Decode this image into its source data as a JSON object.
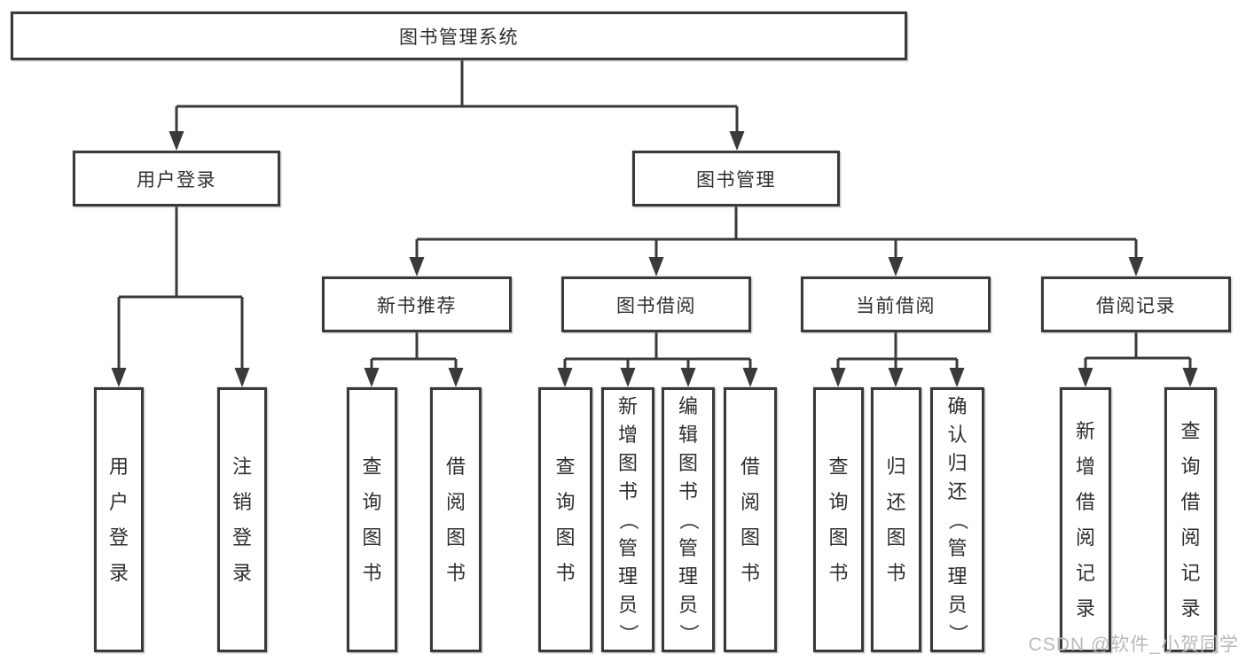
{
  "diagram": {
    "root": {
      "label": "图书管理系统"
    },
    "level2": [
      {
        "id": "user-login",
        "label": "用户登录"
      },
      {
        "id": "book-management",
        "label": "图书管理"
      }
    ],
    "level3": [
      {
        "id": "new-book-recommendation",
        "label": "新书推荐"
      },
      {
        "id": "book-borrowing",
        "label": "图书借阅"
      },
      {
        "id": "current-borrowing",
        "label": "当前借阅"
      },
      {
        "id": "borrowing-records",
        "label": "借阅记录"
      }
    ],
    "leaves": [
      {
        "id": "user-login",
        "label": "用户登录"
      },
      {
        "id": "logout",
        "label": "注销登录"
      },
      {
        "id": "query-books-1",
        "label": "查询图书"
      },
      {
        "id": "borrow-books-1",
        "label": "借阅图书"
      },
      {
        "id": "query-books-2",
        "label": "查询图书"
      },
      {
        "id": "add-books-admin",
        "label": "新增图书（管理员）"
      },
      {
        "id": "edit-books-admin",
        "label": "编辑图书（管理员）"
      },
      {
        "id": "borrow-books-2",
        "label": "借阅图书"
      },
      {
        "id": "query-books-3",
        "label": "查询图书"
      },
      {
        "id": "return-books",
        "label": "归还图书"
      },
      {
        "id": "confirm-return-admin",
        "label": "确认归还（管理员）"
      },
      {
        "id": "add-borrow-record",
        "label": "新增借阅记录"
      },
      {
        "id": "query-borrow-record",
        "label": "查询借阅记录"
      }
    ]
  },
  "watermark": "CSDN @软件_小贺同学",
  "colors": {
    "line": "#3a3a3a",
    "border": "#3a3a3a",
    "text": "#2e2e2e",
    "watermark": "#b9b9b9",
    "background": "#ffffff"
  }
}
